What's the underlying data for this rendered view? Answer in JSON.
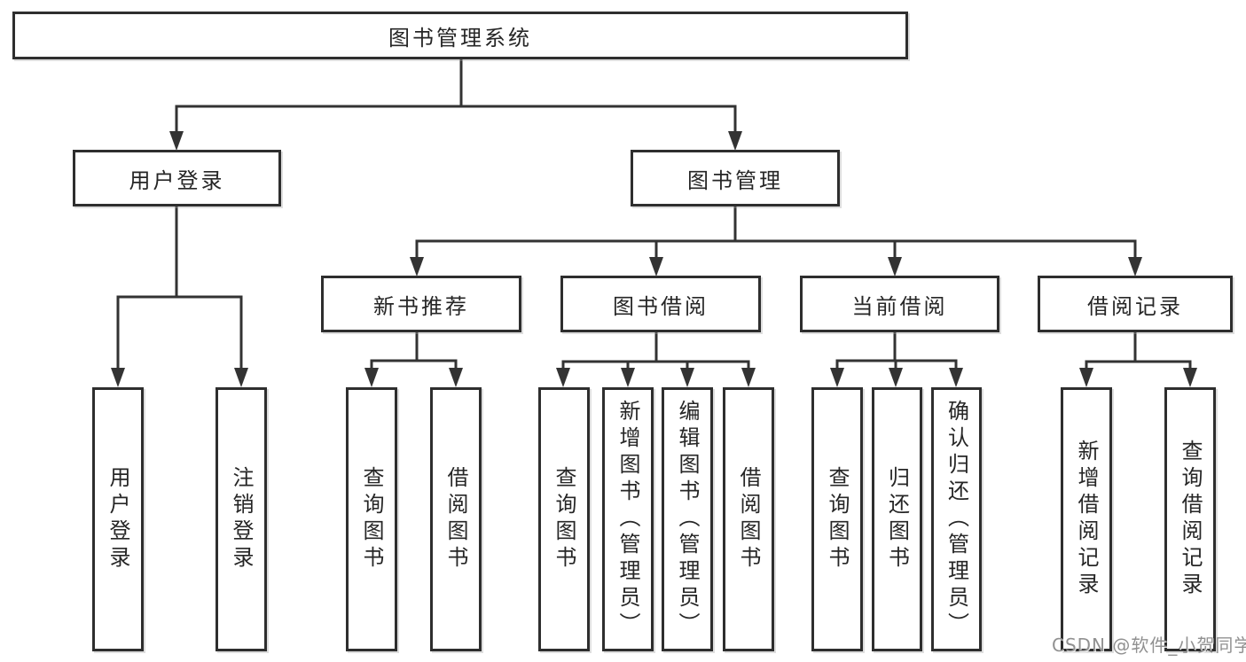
{
  "tree": {
    "root": {
      "label": "图书管理系统",
      "children": [
        {
          "label": "用户登录",
          "children": [
            {
              "label": "用户登录"
            },
            {
              "label": "注销登录"
            }
          ]
        },
        {
          "label": "图书管理",
          "children": [
            {
              "label": "新书推荐",
              "children": [
                {
                  "label": "查询图书"
                },
                {
                  "label": "借阅图书"
                }
              ]
            },
            {
              "label": "图书借阅",
              "children": [
                {
                  "label": "查询图书"
                },
                {
                  "label": "新增图书（管理员）"
                },
                {
                  "label": "编辑图书（管理员）"
                },
                {
                  "label": "借阅图书"
                }
              ]
            },
            {
              "label": "当前借阅",
              "children": [
                {
                  "label": "查询图书"
                },
                {
                  "label": "归还图书"
                },
                {
                  "label": "确认归还（管理员）"
                }
              ]
            },
            {
              "label": "借阅记录",
              "children": [
                {
                  "label": "新增借阅记录"
                },
                {
                  "label": "查询借阅记录"
                }
              ]
            }
          ]
        }
      ]
    }
  },
  "watermark": {
    "text": "CSDN @软件_小贺同学"
  },
  "colors": {
    "line": "#333333",
    "box_border": "#2e2e2e",
    "box_fill": "#ffffff",
    "text": "#262626",
    "watermark": "#919191",
    "background": "#ffffff"
  }
}
